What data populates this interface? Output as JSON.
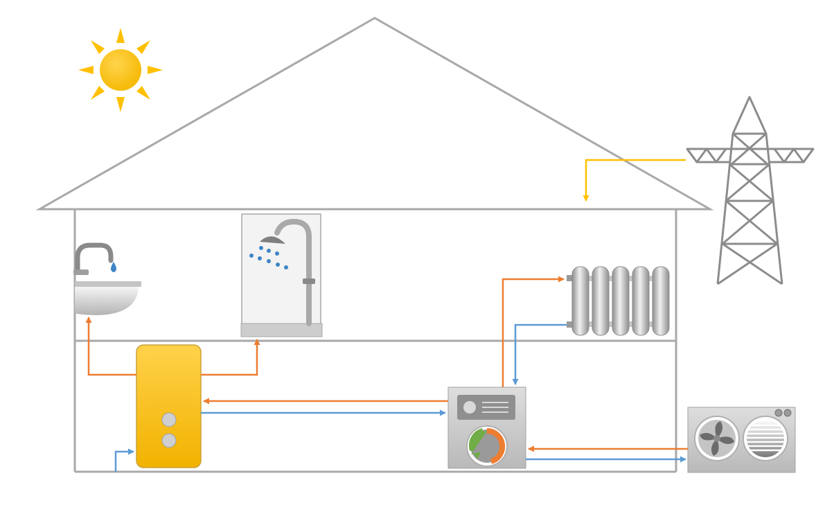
{
  "diagram": {
    "kind": "heat-pump-domestic-hot-water-and-heating-schematic",
    "colors": {
      "outline": "#a8a8a8",
      "hot_flow": "#ed7d31",
      "cold_flow": "#5b9bd5",
      "power_flow": "#ffc000",
      "sun": "#ffc000",
      "tank_top": "#ffd24a",
      "tank_bottom": "#f2b200",
      "appliance_gray": "#c9c9c9",
      "water_drop": "#3d85c6",
      "cycle_green": "#70ad47"
    },
    "icons": [
      "sun-icon",
      "power-pylon-icon",
      "sink-faucet-icon",
      "shower-icon",
      "radiator-icon",
      "hot-water-tank-icon",
      "indoor-heat-pump-unit-icon",
      "outdoor-heat-pump-unit-icon",
      "fan-icon"
    ],
    "flows": [
      {
        "name": "grid-power-to-house",
        "kind": "power"
      },
      {
        "name": "tank-to-sink",
        "kind": "hot"
      },
      {
        "name": "tank-to-shower",
        "kind": "hot"
      },
      {
        "name": "indoor-unit-to-tank",
        "kind": "hot"
      },
      {
        "name": "tank-to-indoor-unit",
        "kind": "cold"
      },
      {
        "name": "indoor-unit-to-radiator",
        "kind": "hot"
      },
      {
        "name": "radiator-to-indoor-unit",
        "kind": "cold"
      },
      {
        "name": "outdoor-to-indoor-unit",
        "kind": "hot"
      },
      {
        "name": "indoor-to-outdoor-unit",
        "kind": "cold"
      },
      {
        "name": "cold-water-inlet-to-tank",
        "kind": "cold"
      }
    ]
  }
}
